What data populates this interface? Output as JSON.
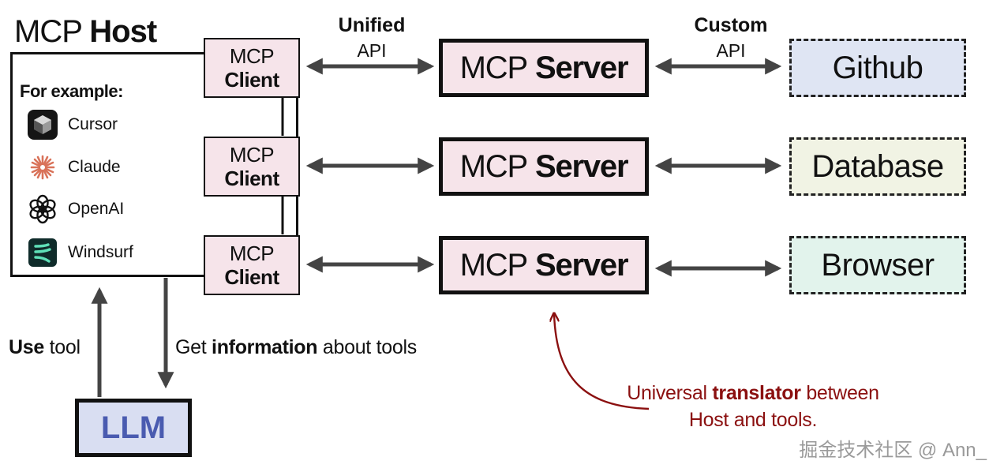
{
  "host": {
    "title_regular": "MCP",
    "title_bold": "Host",
    "examples_heading": "For example:",
    "examples": [
      {
        "label": "Cursor",
        "icon": "cursor-icon"
      },
      {
        "label": "Claude",
        "icon": "claude-icon"
      },
      {
        "label": "OpenAI",
        "icon": "openai-icon"
      },
      {
        "label": "Windsurf",
        "icon": "windsurf-icon"
      }
    ]
  },
  "clients": [
    {
      "line1": "MCP",
      "line2": "Client"
    },
    {
      "line1": "MCP",
      "line2": "Client"
    },
    {
      "line1": "MCP",
      "line2": "Client"
    }
  ],
  "servers": [
    {
      "regular": "MCP",
      "bold": "Server"
    },
    {
      "regular": "MCP",
      "bold": "Server"
    },
    {
      "regular": "MCP",
      "bold": "Server"
    }
  ],
  "tools": [
    {
      "label": "Github",
      "color": "#dfe5f3"
    },
    {
      "label": "Database",
      "color": "#f1f3e4"
    },
    {
      "label": "Browser",
      "color": "#e2f3ec"
    }
  ],
  "api_labels": {
    "unified": {
      "line1": "Unified",
      "line2": "API"
    },
    "custom": {
      "line1": "Custom",
      "line2": "API"
    }
  },
  "llm": {
    "label": "LLM"
  },
  "edges": {
    "use_tool": {
      "bold": "Use",
      "rest": " tool"
    },
    "get_info": {
      "pre": "Get ",
      "bold": "information",
      "post": " about tools"
    }
  },
  "note": {
    "pre": "Universal ",
    "bold": "translator",
    "post": " between",
    "line2": "Host and tools."
  },
  "watermark": "掘金技术社区 @ Ann_",
  "colors": {
    "pink": "#f6e4ea",
    "llm_fill": "#d9def2",
    "llm_text": "#4a5bb0",
    "note_red": "#8b1010",
    "arrow_gray": "#444444"
  }
}
